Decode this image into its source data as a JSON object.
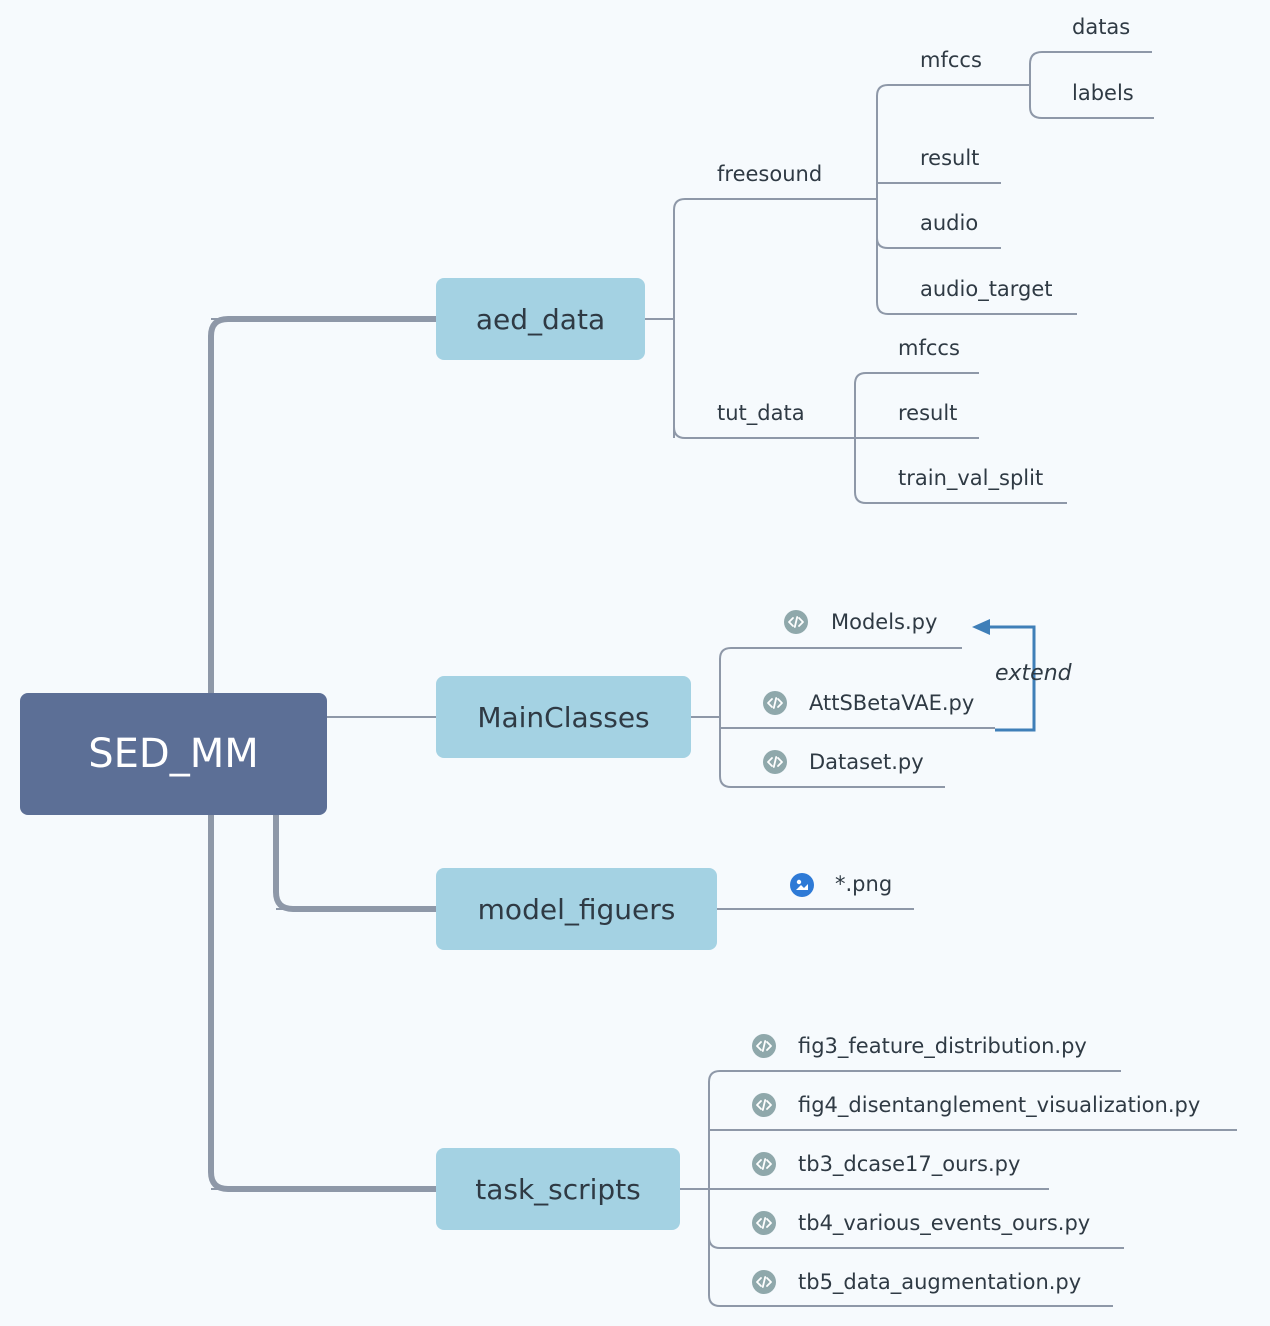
{
  "root": {
    "label": "SED_MM"
  },
  "aed_data": {
    "label": "aed_data",
    "freesound": {
      "label": "freesound",
      "mfccs": {
        "label": "mfccs",
        "datas": "datas",
        "labels": "labels"
      },
      "result": "result",
      "audio": "audio",
      "audio_target": "audio_target"
    },
    "tut_data": {
      "label": "tut_data",
      "mfccs": "mfccs",
      "result": "result",
      "train_val_split": "train_val_split"
    }
  },
  "main_classes": {
    "label": "MainClasses",
    "models": "Models.py",
    "att": "AttSBetaVAE.py",
    "dataset": "Dataset.py",
    "relation_label": "extend"
  },
  "model_figuers": {
    "label": "model_figuers",
    "png": "*.png"
  },
  "task_scripts": {
    "label": "task_scripts",
    "items": [
      "fig3_feature_distribution.py",
      "fig4_disentanglement_visualization.py",
      "tb3_dcase17_ours.py",
      "tb4_various_events_ours.py",
      "tb5_data_augmentation.py"
    ]
  },
  "colors": {
    "background": "#f6fafd",
    "root_fill": "#5c6f96",
    "branch_fill": "#a4d2e3",
    "trunk_line": "#8e98a8",
    "leaf_line": "#8e98a8",
    "relation_arrow": "#3f7fb8",
    "code_icon": "#8fa8ab",
    "image_icon": "#2e7ad6"
  },
  "icons": {
    "code_file": "code-file-icon",
    "image_file": "image-file-icon"
  }
}
